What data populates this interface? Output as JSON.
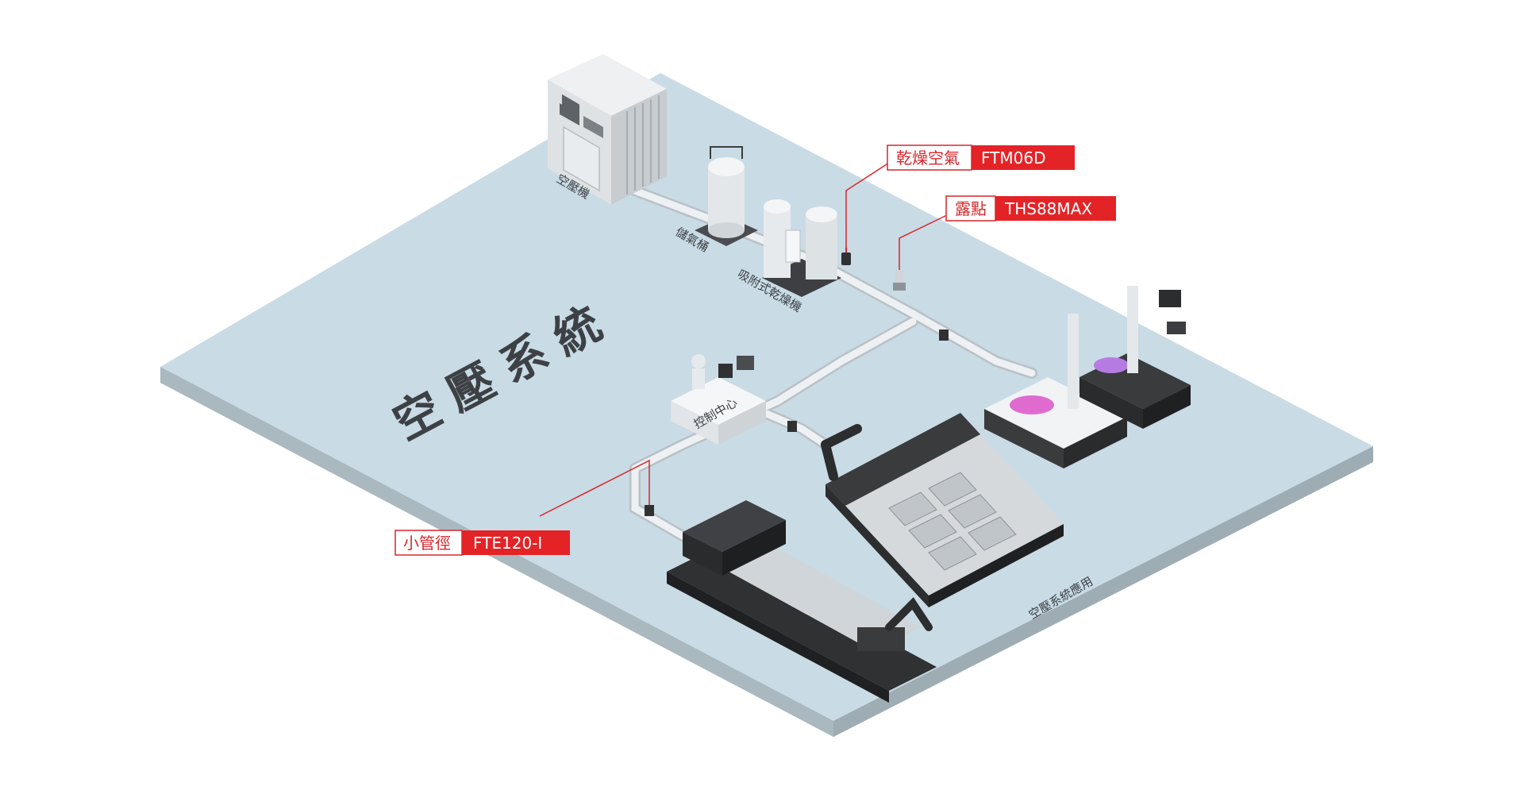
{
  "diagram": {
    "title": "空壓系統",
    "equipment_labels": {
      "compressor": "空壓機",
      "tank": "儲氣桶",
      "dryer": "吸附式乾燥機",
      "control": "控制中心",
      "application": "空壓系統應用"
    },
    "callouts": [
      {
        "name": "乾燥空氣",
        "model": "FTM06D"
      },
      {
        "name": "露點",
        "model": "THS88MAX"
      },
      {
        "name": "小管徑",
        "model": "FTE120-I"
      }
    ],
    "colors": {
      "floor": "#c9dbe5",
      "floor_edge": "#b3c1c8",
      "accent": "#e42327",
      "pipe": "#e9edf0",
      "machine_dark": "#3a3b3d"
    }
  }
}
